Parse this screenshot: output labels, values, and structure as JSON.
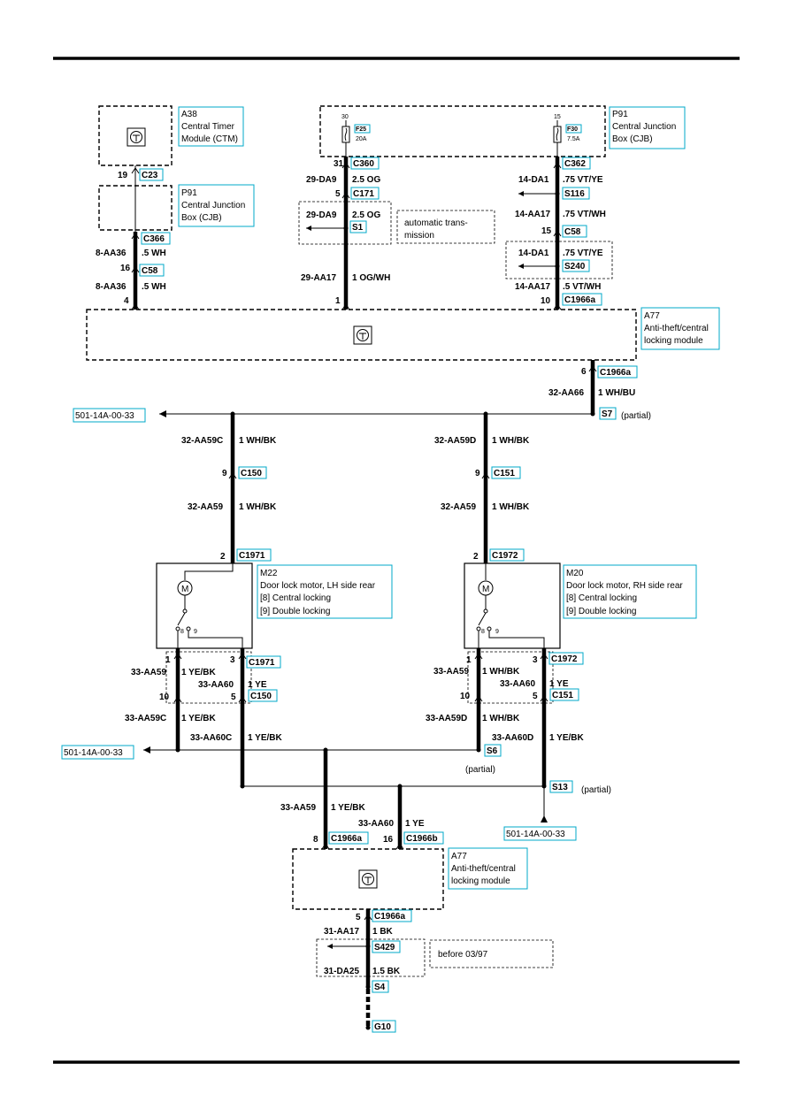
{
  "components": {
    "a38": {
      "id": "A38",
      "line1": "Central Timer",
      "line2": "Module (CTM)"
    },
    "p91_left": {
      "id": "P91",
      "line1": "Central Junction",
      "line2": "Box (CJB)"
    },
    "p91_right": {
      "id": "P91",
      "line1": "Central Junction",
      "line2": "Box (CJB)"
    },
    "a77_top": {
      "id": "A77",
      "line1": "Anti-theft/central",
      "line2": "locking module"
    },
    "a77_bottom": {
      "id": "A77",
      "line1": "Anti-theft/central",
      "line2": "locking module"
    },
    "m22": {
      "id": "M22",
      "line1": "Door lock motor, LH side rear",
      "line2": "[8] Central locking",
      "line3": "[9] Double locking"
    },
    "m20": {
      "id": "M20",
      "line1": "Door lock motor, RH side rear",
      "line2": "[8] Central locking",
      "line3": "[9] Double locking"
    }
  },
  "fuses": {
    "f25": {
      "id": "F25",
      "rating": "20A",
      "terminal": "30"
    },
    "f30": {
      "id": "F30",
      "rating": "7.5A",
      "terminal": "15"
    }
  },
  "connectors": {
    "c23": "C23",
    "c366": "C366",
    "c58a": "C58",
    "c360": "C360",
    "c171": "C171",
    "s1": "S1",
    "c362": "C362",
    "s116": "S116",
    "c58b": "C58",
    "s240": "S240",
    "c1966a_1": "C1966a",
    "c1966a_2": "C1966a",
    "s7": "S7",
    "c150a": "C150",
    "c151a": "C151",
    "c1971a": "C1971",
    "c1972a": "C1972",
    "c1971b": "C1971",
    "c150b": "C150",
    "c1972b": "C1972",
    "c151b": "C151",
    "s6": "S6",
    "s13": "S13",
    "c1966a_3": "C1966a",
    "c1966b": "C1966b",
    "c1966a_4": "C1966a",
    "s429": "S429",
    "s4": "S4",
    "g10": "G10"
  },
  "pins": {
    "p19": "19",
    "p16": "16",
    "p4": "4",
    "p31": "31",
    "p5a": "5",
    "p1a": "1",
    "p15": "15",
    "p10a": "10",
    "p6": "6",
    "p9a": "9",
    "p9b": "9",
    "p2a": "2",
    "p2b": "2",
    "p1b": "1",
    "p3a": "3",
    "p10b": "10",
    "p5b": "5",
    "p1c": "1",
    "p3b": "3",
    "p10c": "10",
    "p5c": "5",
    "p8": "8",
    "p16b": "16",
    "p5d": "5",
    "pm8a": "8",
    "pm9a": "9",
    "pm8b": "8",
    "pm9b": "9"
  },
  "wires": {
    "w1": {
      "code": "8-AA36",
      "spec": ".5 WH"
    },
    "w2": {
      "code": "8-AA36",
      "spec": ".5 WH"
    },
    "w3": {
      "code": "29-DA9",
      "spec": "2.5 OG"
    },
    "w4": {
      "code": "29-DA9",
      "spec": "2.5 OG"
    },
    "w5": {
      "code": "29-AA17",
      "spec": "1 OG/WH"
    },
    "w6": {
      "code": "14-DA1",
      "spec": ".75 VT/YE"
    },
    "w7": {
      "code": "14-AA17",
      "spec": ".75 VT/WH"
    },
    "w8": {
      "code": "14-DA1",
      "spec": ".75 VT/YE"
    },
    "w9": {
      "code": "14-AA17",
      "spec": ".5 VT/WH"
    },
    "w10": {
      "code": "32-AA66",
      "spec": "1 WH/BU"
    },
    "w11": {
      "code": "32-AA59C",
      "spec": "1 WH/BK"
    },
    "w12": {
      "code": "32-AA59D",
      "spec": "1 WH/BK"
    },
    "w13": {
      "code": "32-AA59",
      "spec": "1 WH/BK"
    },
    "w14": {
      "code": "32-AA59",
      "spec": "1 WH/BK"
    },
    "w15": {
      "code": "33-AA59",
      "spec": "1 YE/BK"
    },
    "w16": {
      "code": "33-AA60",
      "spec": "1 YE"
    },
    "w17": {
      "code": "33-AA59C",
      "spec": "1 YE/BK"
    },
    "w18": {
      "code": "33-AA60C",
      "spec": "1 YE/BK"
    },
    "w19": {
      "code": "33-AA59",
      "spec": "1 WH/BK"
    },
    "w20": {
      "code": "33-AA60",
      "spec": "1 YE"
    },
    "w21": {
      "code": "33-AA59D",
      "spec": "1 WH/BK"
    },
    "w22": {
      "code": "33-AA60D",
      "spec": "1 YE/BK"
    },
    "w23": {
      "code": "33-AA59",
      "spec": "1 YE/BK"
    },
    "w24": {
      "code": "33-AA60",
      "spec": "1 YE"
    },
    "w25": {
      "code": "31-AA17",
      "spec": "1 BK"
    },
    "w26": {
      "code": "31-DA25",
      "spec": "1.5 BK"
    }
  },
  "notes": {
    "auto_trans_1": "automatic trans-",
    "auto_trans_2": "mission",
    "partial_s7": "(partial)",
    "partial_s6": "(partial)",
    "partial_s13": "(partial)",
    "before_0397": "before 03/97"
  },
  "references": {
    "ref1": "501-14A-00-33",
    "ref2": "501-14A-00-33",
    "ref3": "501-14A-00-33"
  },
  "motor_symbol": "M"
}
